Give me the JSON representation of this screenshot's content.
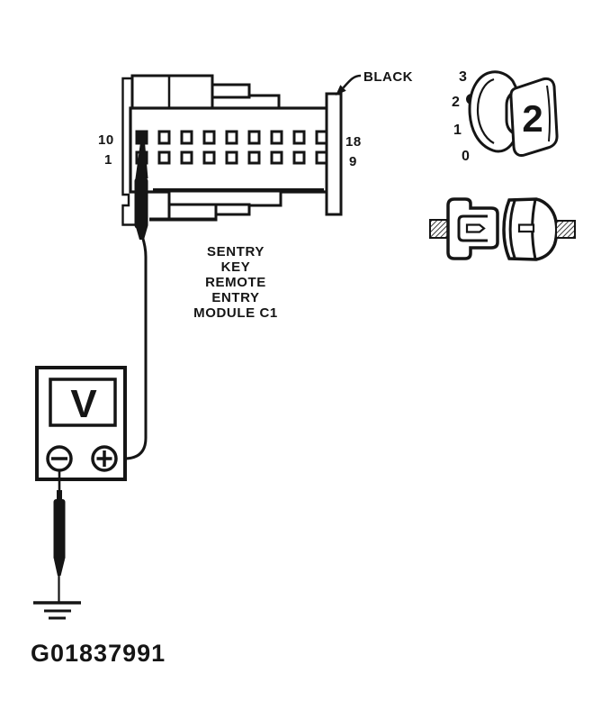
{
  "figure": {
    "id_label": "G01837991"
  },
  "connector": {
    "wire_color_label": "BLACK",
    "module_label_lines": [
      "SENTRY",
      "KEY",
      "REMOTE",
      "ENTRY",
      "MODULE C1"
    ],
    "pin_labels": {
      "top_left": "10",
      "top_right": "18",
      "bottom_left": "1",
      "bottom_right": "9"
    },
    "pins_per_row": 9,
    "pin_rows": 2
  },
  "voltmeter": {
    "display_letter": "V",
    "negative_terminal_symbol": "minus",
    "positive_terminal_symbol": "plus"
  },
  "ignition_key_icon": {
    "positions": [
      "3",
      "2",
      "1",
      "0"
    ],
    "selected_position": "2",
    "key_label": "2"
  },
  "colors": {
    "ink": "#151515",
    "paper": "#ffffff"
  }
}
